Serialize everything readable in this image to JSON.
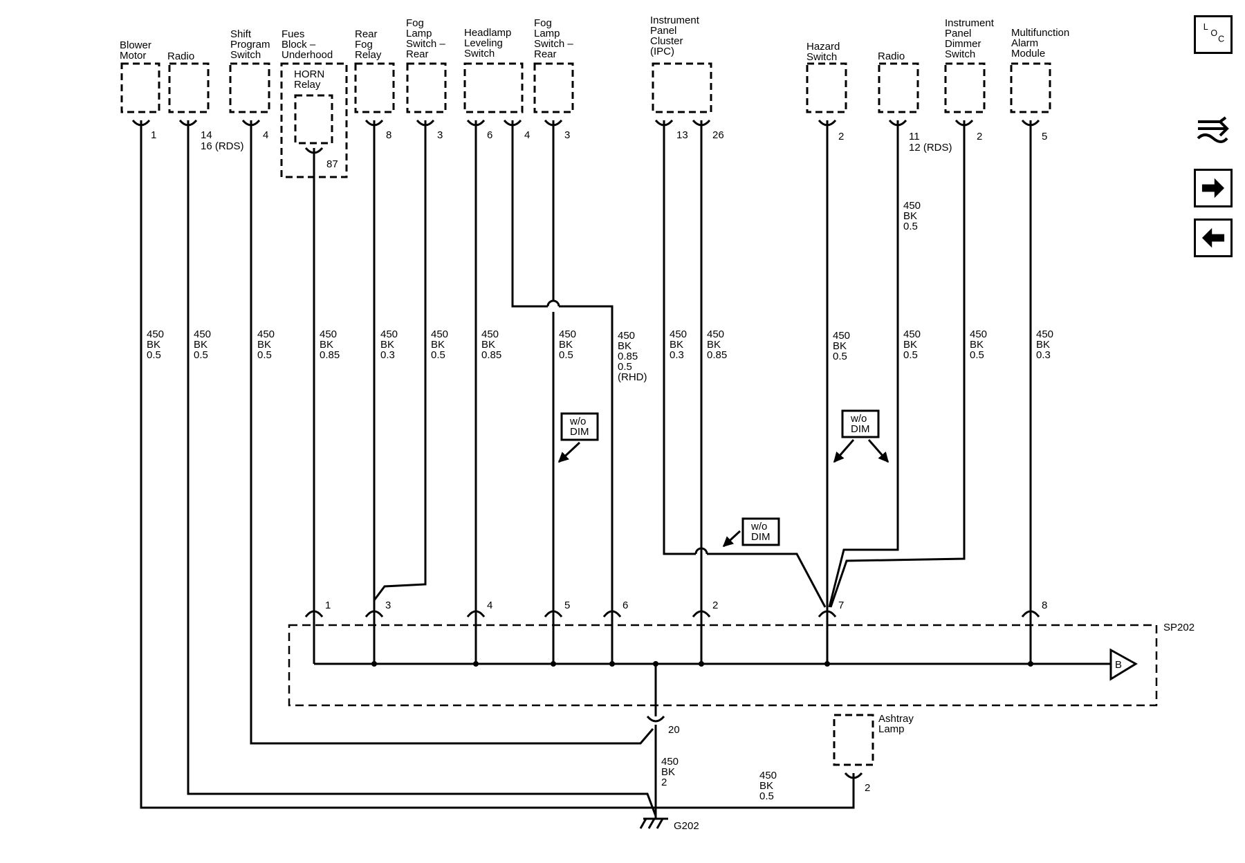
{
  "components": {
    "blower_motor": [
      "Blower",
      "Motor"
    ],
    "radio_left": [
      "Radio"
    ],
    "shift_switch": [
      "Shift",
      "Program",
      "Switch"
    ],
    "fuse_block": [
      "Fues",
      "Block –",
      "Underhood"
    ],
    "horn_relay": [
      "HORN",
      "Relay"
    ],
    "rear_fog_relay": [
      "Rear",
      "Fog",
      "Relay"
    ],
    "fog_lamp_switch_a": [
      "Fog",
      "Lamp",
      "Switch –",
      "Rear"
    ],
    "headlamp_leveling": [
      "Headlamp",
      "Leveling",
      "Switch"
    ],
    "fog_lamp_switch_b": [
      "Fog",
      "Lamp",
      "Switch –",
      "Rear"
    ],
    "ipc": [
      "Instrument",
      "Panel",
      "Cluster",
      "(IPC)"
    ],
    "hazard_switch": [
      "Hazard",
      "Switch"
    ],
    "radio_right": [
      "Radio"
    ],
    "ip_dimmer": [
      "Instrument",
      "Panel",
      "Dimmer",
      "Switch"
    ],
    "alarm_module": [
      "Multifunction",
      "Alarm",
      "Module"
    ],
    "ashtray_lamp": [
      "Ashtray",
      "Lamp"
    ]
  },
  "pins": {
    "blower": "1",
    "radio_left": "14",
    "radio_left_rds": "16 (RDS)",
    "shift": "4",
    "horn": "87",
    "rear_fog": "8",
    "fog_a": "3",
    "headlamp_a": "6",
    "headlamp_b": "4",
    "fog_b": "3",
    "ipc_a": "13",
    "ipc_b": "26",
    "hazard": "2",
    "radio_right": "11",
    "radio_right_rds": "12 (RDS)",
    "dimmer": "2",
    "alarm": "5",
    "ashtray": "2"
  },
  "splice": {
    "name": "SP202",
    "pins": [
      "1",
      "3",
      "4",
      "5",
      "6",
      "2",
      "7",
      "8"
    ],
    "ground_pin": "20",
    "offpage": "B"
  },
  "ground": "G202",
  "wires": {
    "blower": [
      "450",
      "BK",
      "0.5"
    ],
    "radio_left": [
      "450",
      "BK",
      "0.5"
    ],
    "shift": [
      "450",
      "BK",
      "0.5"
    ],
    "horn": [
      "450",
      "BK",
      "0.85"
    ],
    "rear_fog": [
      "450",
      "BK",
      "0.3"
    ],
    "fog_a": [
      "450",
      "BK",
      "0.5"
    ],
    "headlamp": [
      "450",
      "BK",
      "0.85"
    ],
    "fog_b": [
      "450",
      "BK",
      "0.5"
    ],
    "rhd": [
      "450",
      "BK",
      "0.85",
      "0.5",
      "(RHD)"
    ],
    "ipc_a": [
      "450",
      "BK",
      "0.3"
    ],
    "ipc_b": [
      "450",
      "BK",
      "0.85"
    ],
    "hazard": [
      "450",
      "BK",
      "0.5"
    ],
    "radio_right_upper": [
      "450",
      "BK",
      "0.5"
    ],
    "radio_right_lower": [
      "450",
      "BK",
      "0.5"
    ],
    "dimmer": [
      "450",
      "BK",
      "0.5"
    ],
    "alarm": [
      "450",
      "BK",
      "0.3"
    ],
    "ground": [
      "450",
      "BK",
      "2"
    ],
    "ashtray": [
      "450",
      "BK",
      "0.5"
    ]
  },
  "options": {
    "wo_dim_1": [
      "w/o",
      "DIM"
    ],
    "wo_dim_2": [
      "w/o",
      "DIM"
    ],
    "wo_dim_3": [
      "w/o",
      "DIM"
    ]
  },
  "loc_button": {
    "l": "L",
    "o": "O",
    "c": "C"
  },
  "nav_icons": [
    "loc-icon",
    "schematic-icon",
    "next-arrow-icon",
    "previous-arrow-icon"
  ]
}
